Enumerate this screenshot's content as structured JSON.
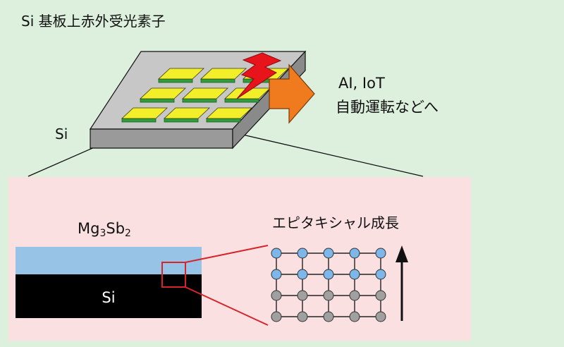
{
  "title": "Si 基板上赤外受光素子",
  "device": {
    "si_label": "Si",
    "pixel_rows": 3,
    "pixel_cols": 3,
    "colors": {
      "pixel_top": "#f2ef2a",
      "pixel_side": "#2f9e3a",
      "slab_top": "#c7c7c7",
      "slab_front": "#9a9a9a",
      "lightning": "#e8141b"
    }
  },
  "arrow": {
    "color": "#ef7b1e"
  },
  "application": {
    "line1": "AI,  IoT",
    "line2": "自動運転などへ"
  },
  "cross_section": {
    "film_label": {
      "base": "Mg",
      "sub1": "3",
      "mid": "Sb",
      "sub2": "2"
    },
    "substrate_label": "Si",
    "colors": {
      "film": "#97c3e6",
      "substrate": "#000000",
      "panel": "#fbe0e2",
      "zoom_box": "#d6242a"
    }
  },
  "lattice": {
    "label": "エピタキシャル成長",
    "rows": 4,
    "cols": 5,
    "top_rows_film": 2,
    "colors": {
      "film_atom": "#7db6e8",
      "substrate_atom": "#a0a0a0"
    }
  }
}
